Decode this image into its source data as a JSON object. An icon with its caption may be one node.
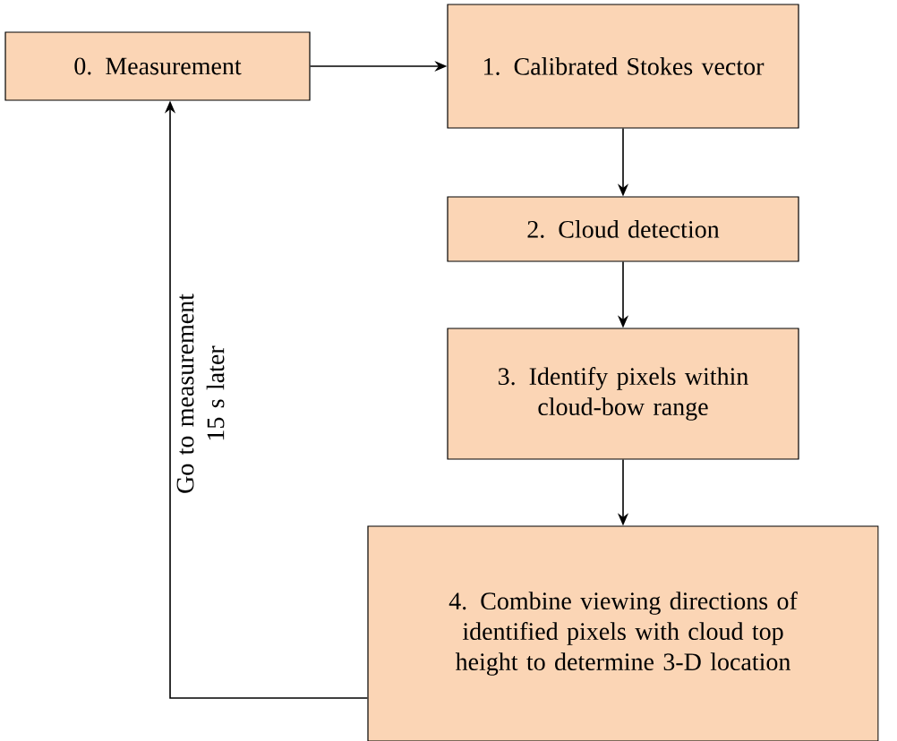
{
  "diagram": {
    "nodes": [
      {
        "text": [
          "0. Measurement"
        ]
      },
      {
        "text": [
          "1. Calibrated Stokes vector"
        ]
      },
      {
        "text": [
          "2. Cloud detection"
        ]
      },
      {
        "text": [
          "3. Identify pixels within cloud-bow range"
        ]
      },
      {
        "text": [
          "4. Combine viewing directions of identified pixels with cloud top height to determine 3-D location"
        ]
      }
    ],
    "edges": [
      {
        "from": 0,
        "to": 1,
        "arrow": "to"
      },
      {
        "from": 1,
        "to": 2,
        "arrow": "to"
      },
      {
        "from": 2,
        "to": 3,
        "arrow": "to"
      },
      {
        "from": 3,
        "to": 4,
        "arrow": "to"
      },
      {
        "from": 4,
        "to": 0,
        "arrow": "to",
        "label": "Go to measurement 15 s later"
      }
    ]
  }
}
